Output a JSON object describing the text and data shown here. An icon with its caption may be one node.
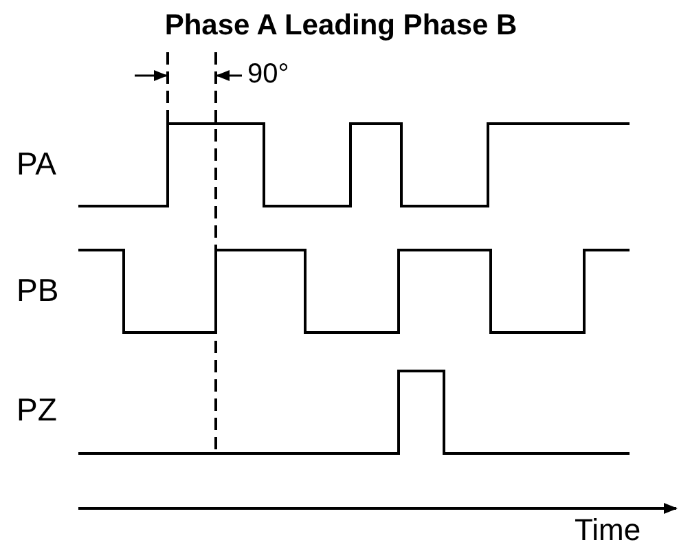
{
  "diagram": {
    "title": "Phase A Leading Phase B",
    "labels": [
      "90°",
      "PA",
      "PB",
      "PZ",
      "Time"
    ]
  }
}
